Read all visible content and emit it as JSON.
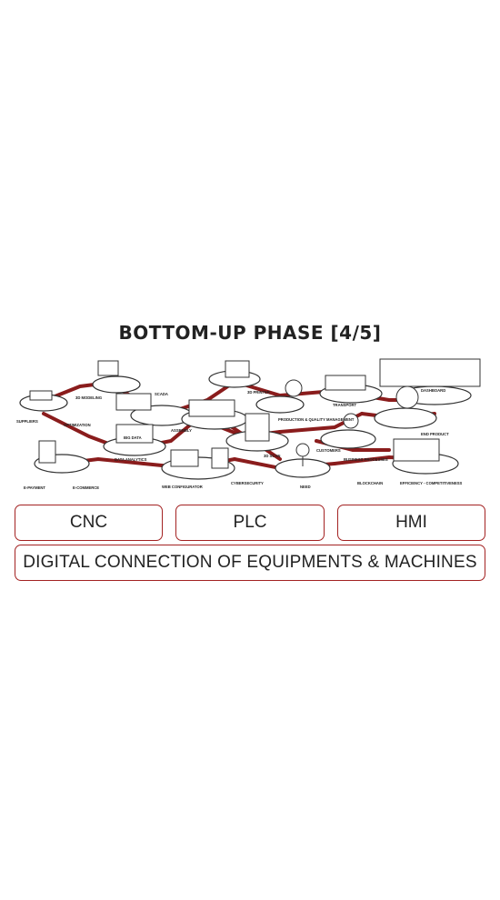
{
  "title": "BOTTOM-UP PHASE [4/5]",
  "illustration": {
    "labels": {
      "suppliers": "SUPPLIERS",
      "modeling": "3D MODELING",
      "optimization": "OPTIMIZATION",
      "printer": "3D PRINTER",
      "transport": "TRANSPORT",
      "assembly": "ASSEMBLY",
      "production": "PRODUCTION & QUALITY MANAGEMENT",
      "end_product": "END PRODUCT",
      "data_analytics": "DATA ANALYTICS",
      "scan": "3D SCAN",
      "customers": "CUSTOMERS",
      "epayment": "E-PAYMENT",
      "ecommerce": "E-COMMERCE",
      "web_configurator": "WEB CONFIGURATOR",
      "cybersecurity": "CYBERSECURITY",
      "need": "NEED",
      "blockchain": "BLOCKCHAIN",
      "efficiency": "EFFICIENCY - COMPETITIVENESS",
      "big_data": "BIG DATA",
      "scada": "SCADA",
      "business_processes": "BUSINESS PROCESSES",
      "dashboard": "DASHBOARD"
    }
  },
  "buttons": {
    "cnc": "CNC",
    "plc": "PLC",
    "hmi": "HMI",
    "digital_connection": "DIGITAL CONNECTION OF EQUIPMENTS & MACHINES"
  },
  "colors": {
    "accent": "#a32222",
    "ink": "#222222"
  }
}
